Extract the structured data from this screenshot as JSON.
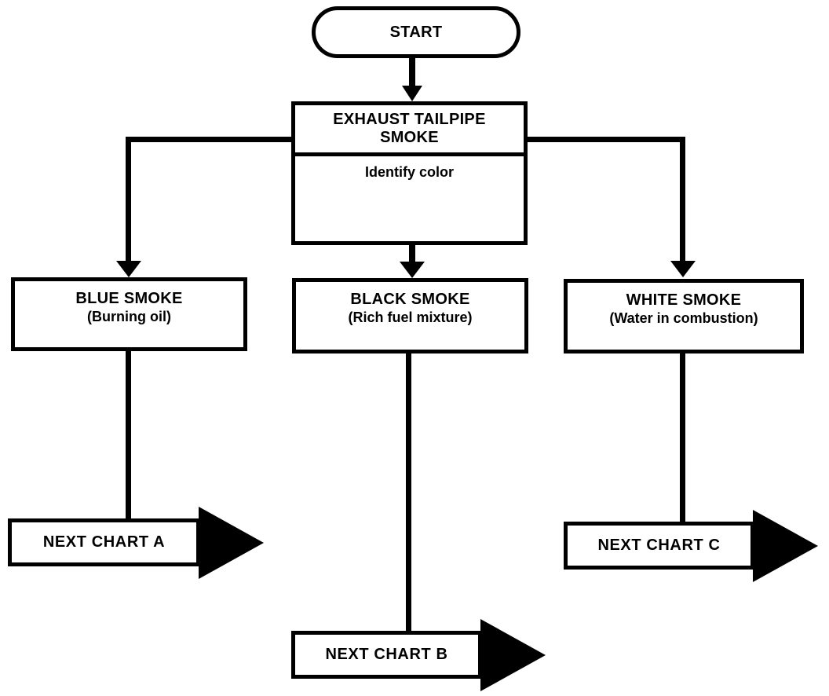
{
  "colors": {
    "ink": "#000000",
    "paper": "#ffffff"
  },
  "flowchart": {
    "nodes": {
      "start": {
        "shape": "stadium",
        "label": "START"
      },
      "exhaust": {
        "shape": "process-with-header",
        "title": "EXHAUST TAILPIPE SMOKE",
        "action": "Identify color"
      },
      "blue_smoke": {
        "shape": "process",
        "title": "BLUE SMOKE",
        "cause": "(Burning oil)"
      },
      "black_smoke": {
        "shape": "process",
        "title": "BLACK SMOKE",
        "cause": "(Rich fuel mixture)"
      },
      "white_smoke": {
        "shape": "process",
        "title": "WHITE SMOKE",
        "cause": "(Water in combustion)"
      },
      "next_chart_a": {
        "shape": "offpage-arrow",
        "label": "NEXT CHART A"
      },
      "next_chart_b": {
        "shape": "offpage-arrow",
        "label": "NEXT CHART B"
      },
      "next_chart_c": {
        "shape": "offpage-arrow",
        "label": "NEXT CHART C"
      }
    },
    "edges": [
      {
        "from": "start",
        "to": "exhaust",
        "arrowhead": true
      },
      {
        "from": "exhaust",
        "to": "blue_smoke",
        "arrowhead": true
      },
      {
        "from": "exhaust",
        "to": "black_smoke",
        "arrowhead": true
      },
      {
        "from": "exhaust",
        "to": "white_smoke",
        "arrowhead": true
      },
      {
        "from": "blue_smoke",
        "to": "next_chart_a",
        "arrowhead": false
      },
      {
        "from": "black_smoke",
        "to": "next_chart_b",
        "arrowhead": false
      },
      {
        "from": "white_smoke",
        "to": "next_chart_c",
        "arrowhead": false
      }
    ]
  }
}
